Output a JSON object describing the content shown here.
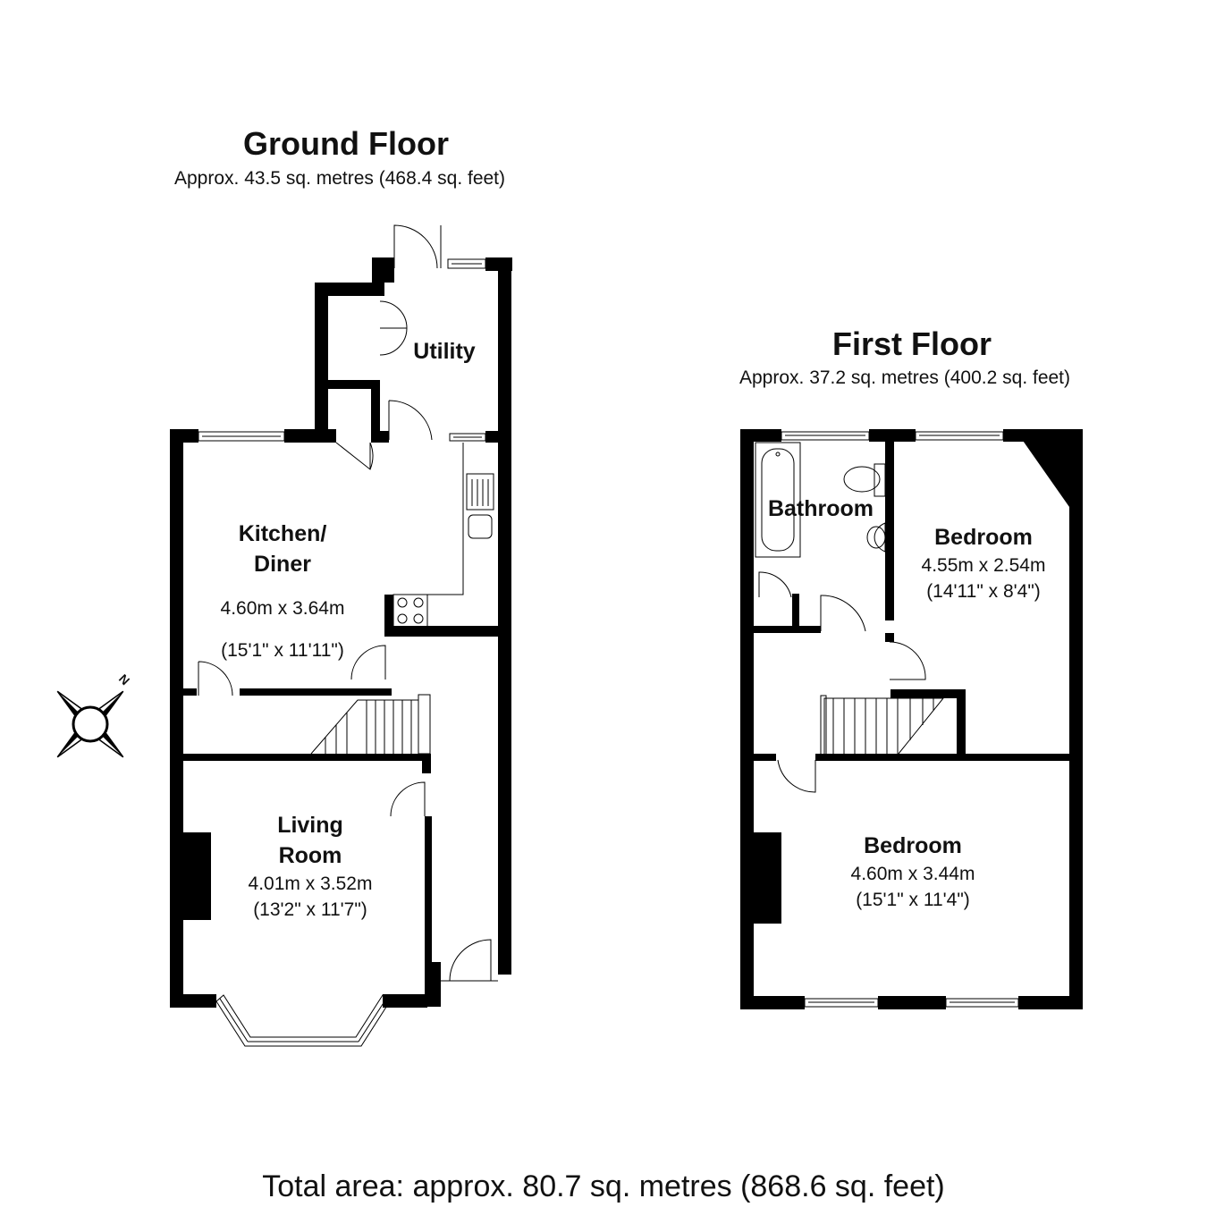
{
  "ground_floor": {
    "title": "Ground Floor",
    "area": "Approx. 43.5 sq. metres (468.4 sq. feet)",
    "rooms": [
      {
        "name": "Utility",
        "dim_m": "",
        "dim_ft": ""
      },
      {
        "name": "Kitchen/\nDiner",
        "dim_m": "4.60m x 3.64m",
        "dim_ft": "(15'1\" x 11'11\")"
      },
      {
        "name": "Living\nRoom",
        "dim_m": "4.01m x 3.52m",
        "dim_ft": "(13'2\" x 11'7\")"
      }
    ]
  },
  "first_floor": {
    "title": "First Floor",
    "area": "Approx. 37.2 sq. metres (400.2 sq. feet)",
    "rooms": [
      {
        "name": "Bathroom",
        "dim_m": "",
        "dim_ft": ""
      },
      {
        "name": "Bedroom",
        "dim_m": "4.55m x 2.54m",
        "dim_ft": "(14'11\" x 8'4\")"
      },
      {
        "name": "Bedroom",
        "dim_m": "4.60m x 3.44m",
        "dim_ft": "(15'1\" x 11'4\")"
      }
    ]
  },
  "compass": {
    "label": "N",
    "icon": "compass-icon"
  },
  "total_area": "Total area: approx. 80.7 sq. metres (868.6 sq. feet)",
  "colors": {
    "wall": "#000000",
    "background": "#ffffff",
    "fixture": "#666666"
  }
}
